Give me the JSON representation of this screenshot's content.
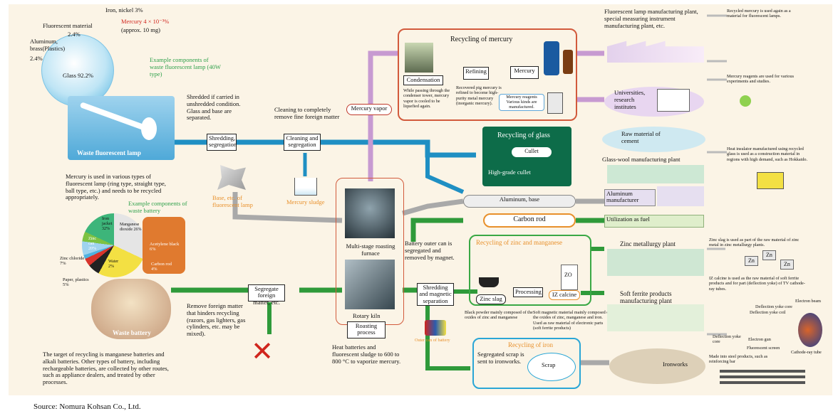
{
  "source": "Source: Nomura Kohsan Co., Ltd.",
  "lamp": {
    "components_title": "Example components of waste fluorescent lamp (40W type)",
    "fluorescent_material": "Fluorescent material",
    "fluorescent_pct": "2.4%",
    "iron_nickel": "Iron, nickel 3%",
    "aluminum": "Aluminum, brass(Plastics)",
    "aluminum_pct": "2.4%",
    "mercury": "Mercury 4 × 10⁻³%",
    "mercury_approx": "(approx. 10 mg)",
    "glass": "Glass 92.2%",
    "label": "Waste fluorescent lamp",
    "note": "Mercury is used in various types of fluorescent lamp (ring type, straight type, ball type, etc.) and needs to be recycled appropriately."
  },
  "battery": {
    "components_title": "Example components of waste battery",
    "iron_jacket": "Iron jacket 32%",
    "manganese": "Manganese dioxide 26%",
    "zinc_can": "Zinc can 20%",
    "acetylene": "Acetylene black 6%",
    "zinc_chloride": "Zinc chloride 7%",
    "water": "Water 2%",
    "carbon": "Carbon rod 4%",
    "paper": "Paper, plastics 5%",
    "label": "Waste battery",
    "note": "The target of recycling is manganese batteries and alkali batteries. Other types of battery, including rechargeable batteries, are collected by other routes, such as appliance dealers, and treated by other processes."
  },
  "process": {
    "shred_note": "Shredded if carried in unshredded condition. Glass and base are separated.",
    "shredding": "Shredding, segregation",
    "cleaning_note": "Cleaning to completely remove fine foreign matter",
    "cleaning": "Cleaning and segregation",
    "base_label": "Base, etc. of fluorescent lamp",
    "sludge_label": "Mercury sludge",
    "mercury_vapor": "Mercury vapor",
    "furnace": "Multi-stage roasting furnace",
    "kiln": "Rotary kiln",
    "roasting": "Roasting process",
    "roasting_note": "Heat batteries and fluorescent sludge to 600 to 800 °C to vaporize mercury.",
    "segregate": "Segregate foreign matter, etc.",
    "remove_note": "Remove foreign matter that hinders recycling (razors, gas lighters, gas cylinders, etc. may be mixed).",
    "outer_note": "Battery outer can is segregated and removed by magnet.",
    "magnetic": "Shredding and magnetic separation",
    "outer_can": "Outer can of battery"
  },
  "mercury": {
    "title": "Recycling of mercury",
    "condensation": "Condensation",
    "condensation_note": "While passing through the condenser tower, mercury vapor is cooled to be liquefied again.",
    "refining": "Refining",
    "refining_note": "Recovered pig mercury is refined to become high-purity metal mercury (inorganic mercury).",
    "mercury": "Mercury",
    "reagents": "Mercury reagents Various kinds are manufactured."
  },
  "glass": {
    "title": "Recycling of glass",
    "cullet": "Cullet",
    "hg_cullet": "High-grade cullet"
  },
  "aluminum": "Aluminum, base",
  "carbon": "Carbon rod",
  "zinc": {
    "title": "Recycling of zinc and manganese",
    "slag": "Zinc slag",
    "processing": "Processing",
    "calcine": "IZ calcine",
    "slag_note": "Black powder mainly composed of the oxides of zinc and manganese",
    "calcine_note": "Soft magnetic material mainly composed of the oxides of zinc, manganese and iron. Used as raw material of electronic parts (soft ferrite products)"
  },
  "iron": {
    "title": "Recycling of iron",
    "note": "Segregated scrap is sent to ironworks.",
    "scrap": "Scrap"
  },
  "destinations": {
    "lamp_plant": "Fluorescent lamp manufacturing plant, special measuring instrument manufacturing plant, etc.",
    "lamp_plant_note": "Recycled mercury is used again as a material for fluorescent lamps.",
    "universities": "Universities, research institutes",
    "universities_note": "Mercury reagents are used for various experiments and studies.",
    "cement": "Raw material of cement",
    "glasswool": "Glass-wool manufacturing plant",
    "glasswool_note": "Heat insulator manufactured using recycled glass is used as a construction material in regions with high demand, such as Hokkaido.",
    "aluminum": "Aluminum manufacturer",
    "fuel": "Utilization as fuel",
    "zinc_plant": "Zinc metallurgy plant",
    "zinc_note": "Zinc slag is used as part of the raw material of zinc metal in zinc metallurgy plants.",
    "ferrite": "Soft ferrite products manufacturing plant",
    "ferrite_note": "IZ calcine is used as the raw material of soft ferrite products and for part (deflection yoke) of TV cathode-ray tubes.",
    "ironworks": "Ironworks",
    "ironworks_note": "Made into steel products, such as reinforcing bar",
    "crt_labels": [
      "Deflection yoke core",
      "Deflection yoke coil",
      "Electron beam",
      "Deflection yoke core",
      "Electron gun",
      "Fluorescent screen",
      "Cathode-ray tube"
    ],
    "zn": "Zn",
    "zo": "ZO"
  },
  "colors": {
    "mercury_flow": "#c79ad1",
    "glass_flow": "#1f8fc3",
    "gray_flow": "#a9a9a9",
    "green_flow": "#2f9a3a",
    "mercury_box": "#d25a3c",
    "zinc_box": "#3aa845",
    "iron_box": "#2aa6d6",
    "orange_box": "#e8902b"
  }
}
